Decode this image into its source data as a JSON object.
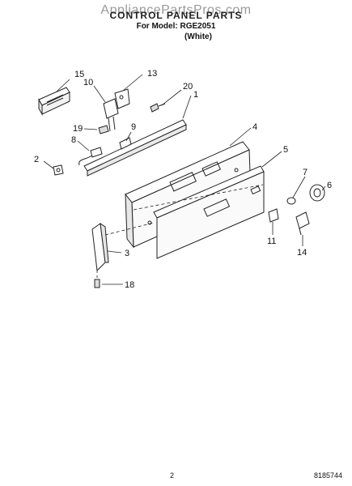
{
  "header": {
    "watermark": "AppliancePartsPros.com",
    "title": "CONTROL PANEL PARTS",
    "model_line": "For Model: RGE2051",
    "color_line": "(White)"
  },
  "callouts": [
    "15",
    "10",
    "13",
    "20",
    "1",
    "19",
    "9",
    "8",
    "4",
    "2",
    "5",
    "7",
    "6",
    "11",
    "14",
    "3",
    "18"
  ],
  "footer": {
    "page": "2",
    "doc_number": "8185744"
  }
}
